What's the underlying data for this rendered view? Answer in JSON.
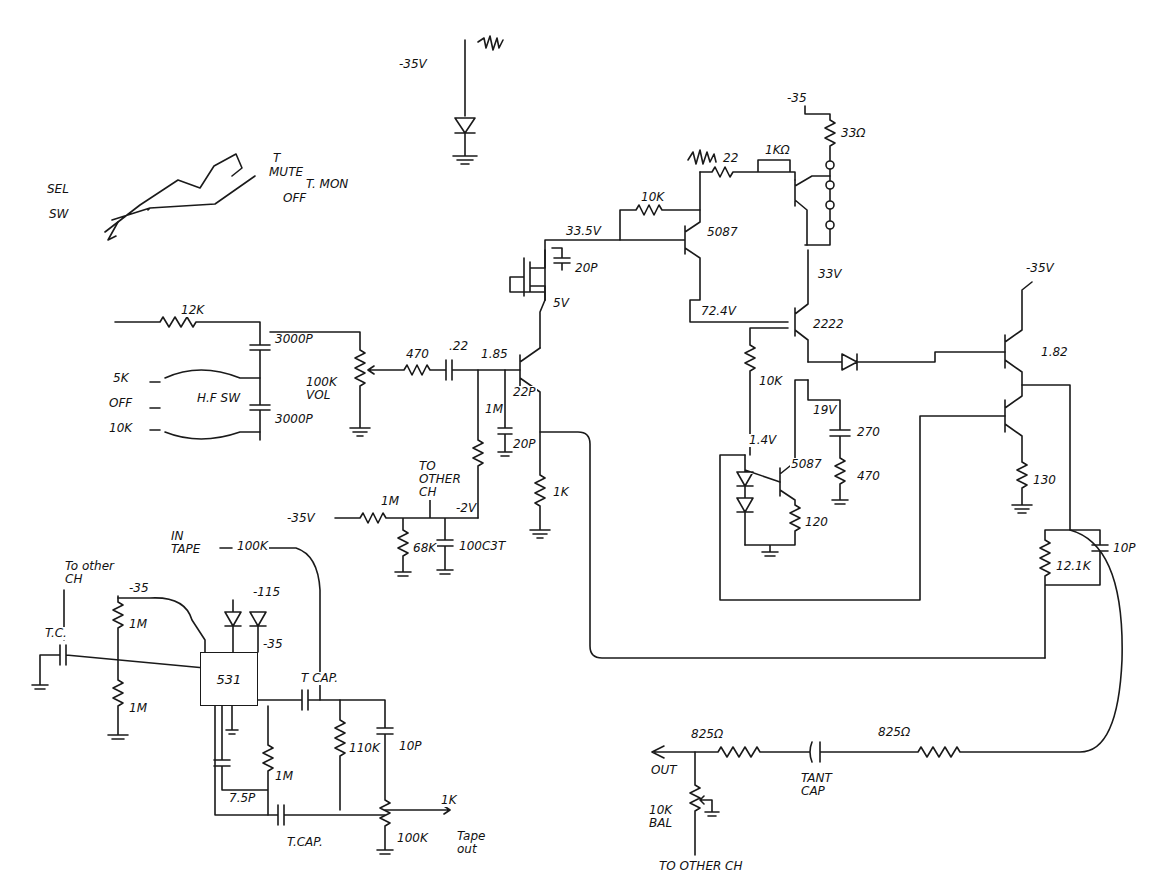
{
  "diagram": {
    "nodes": [
      {
        "text": [
          "531"
        ]
      }
    ],
    "labels": [
      "-35V",
      "SEL",
      "SW",
      "T",
      "MUTE",
      "OFF",
      "T. MON",
      "-35",
      "33Ω",
      "22",
      "1KΩ",
      "10K",
      "5087",
      "33.5V",
      "20P",
      "5V",
      "33V",
      "72.4V",
      "2222",
      "12K",
      "3000P",
      "5K",
      "OFF",
      "10K",
      "H.F SW",
      "3000P",
      "100K VOL",
      "470",
      ".22",
      "1.85",
      "1M",
      "22P",
      "20P",
      "1K",
      "TO OTHER CH",
      "-35V",
      "1M",
      "68K",
      "-2V",
      "100C3T",
      "10K",
      "19V",
      "1.4V",
      "5087",
      "120",
      "270",
      "470",
      "-35V",
      "1.82",
      "130",
      "12.1K",
      "10P",
      "825Ω",
      "825Ω",
      "OUT",
      "TANT CAP",
      "10K BAL",
      "TO OTHER CH",
      "IN TAPE",
      "100K",
      "To other CH",
      "-35",
      "1M",
      "T.C.",
      "1M",
      "-35",
      "-115",
      "T CAP.",
      "110K",
      "10P",
      "1M",
      "7.5P",
      "T.CAP.",
      "100K",
      "1K",
      "Tape out"
    ]
  }
}
